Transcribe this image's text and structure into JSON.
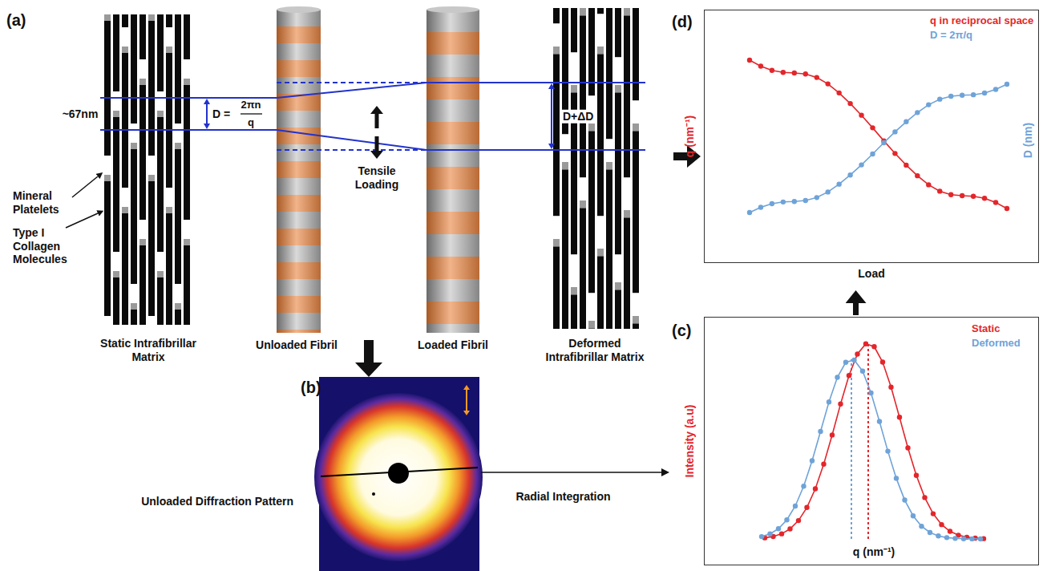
{
  "diagram": {
    "nodes": [
      {
        "text": [
          "Unloaded Fibril"
        ]
      },
      {
        "text": [
          "Loaded Fibril"
        ]
      },
      {
        "text": [
          "(d)",
          "Load"
        ]
      },
      {
        "text": [
          "(b)"
        ]
      },
      {
        "text": [
          "(c)"
        ]
      }
    ],
    "edges": [
      {
        "from": 3,
        "to": 4,
        "arrow": "to",
        "label": "Radial Integration"
      },
      {
        "from": 4,
        "to": 2,
        "arrow": "to"
      }
    ],
    "labels": [
      "(a)",
      "~67nm",
      "D =",
      "2πn",
      "q",
      "Tensile Loading",
      "D+ΔD",
      "Mineral Platelets",
      "Type I Collagen Molecules",
      "Static Intrafibrillar Matrix",
      "Deformed Intrafibrillar Matrix",
      "Unloaded Diffraction Pattern",
      "q (nm⁻¹)",
      "D (nm)",
      "Intensity (a.u)",
      "q (nm⁻¹)"
    ],
    "legend": [
      {
        "text": "q in reciprocal space",
        "color": "#e3262b"
      },
      {
        "text": "D = 2π/q",
        "color": "#6fa3d8"
      },
      {
        "text": "Static",
        "color": "#e3262b"
      },
      {
        "text": "Deformed",
        "color": "#6fa3d8"
      }
    ]
  }
}
